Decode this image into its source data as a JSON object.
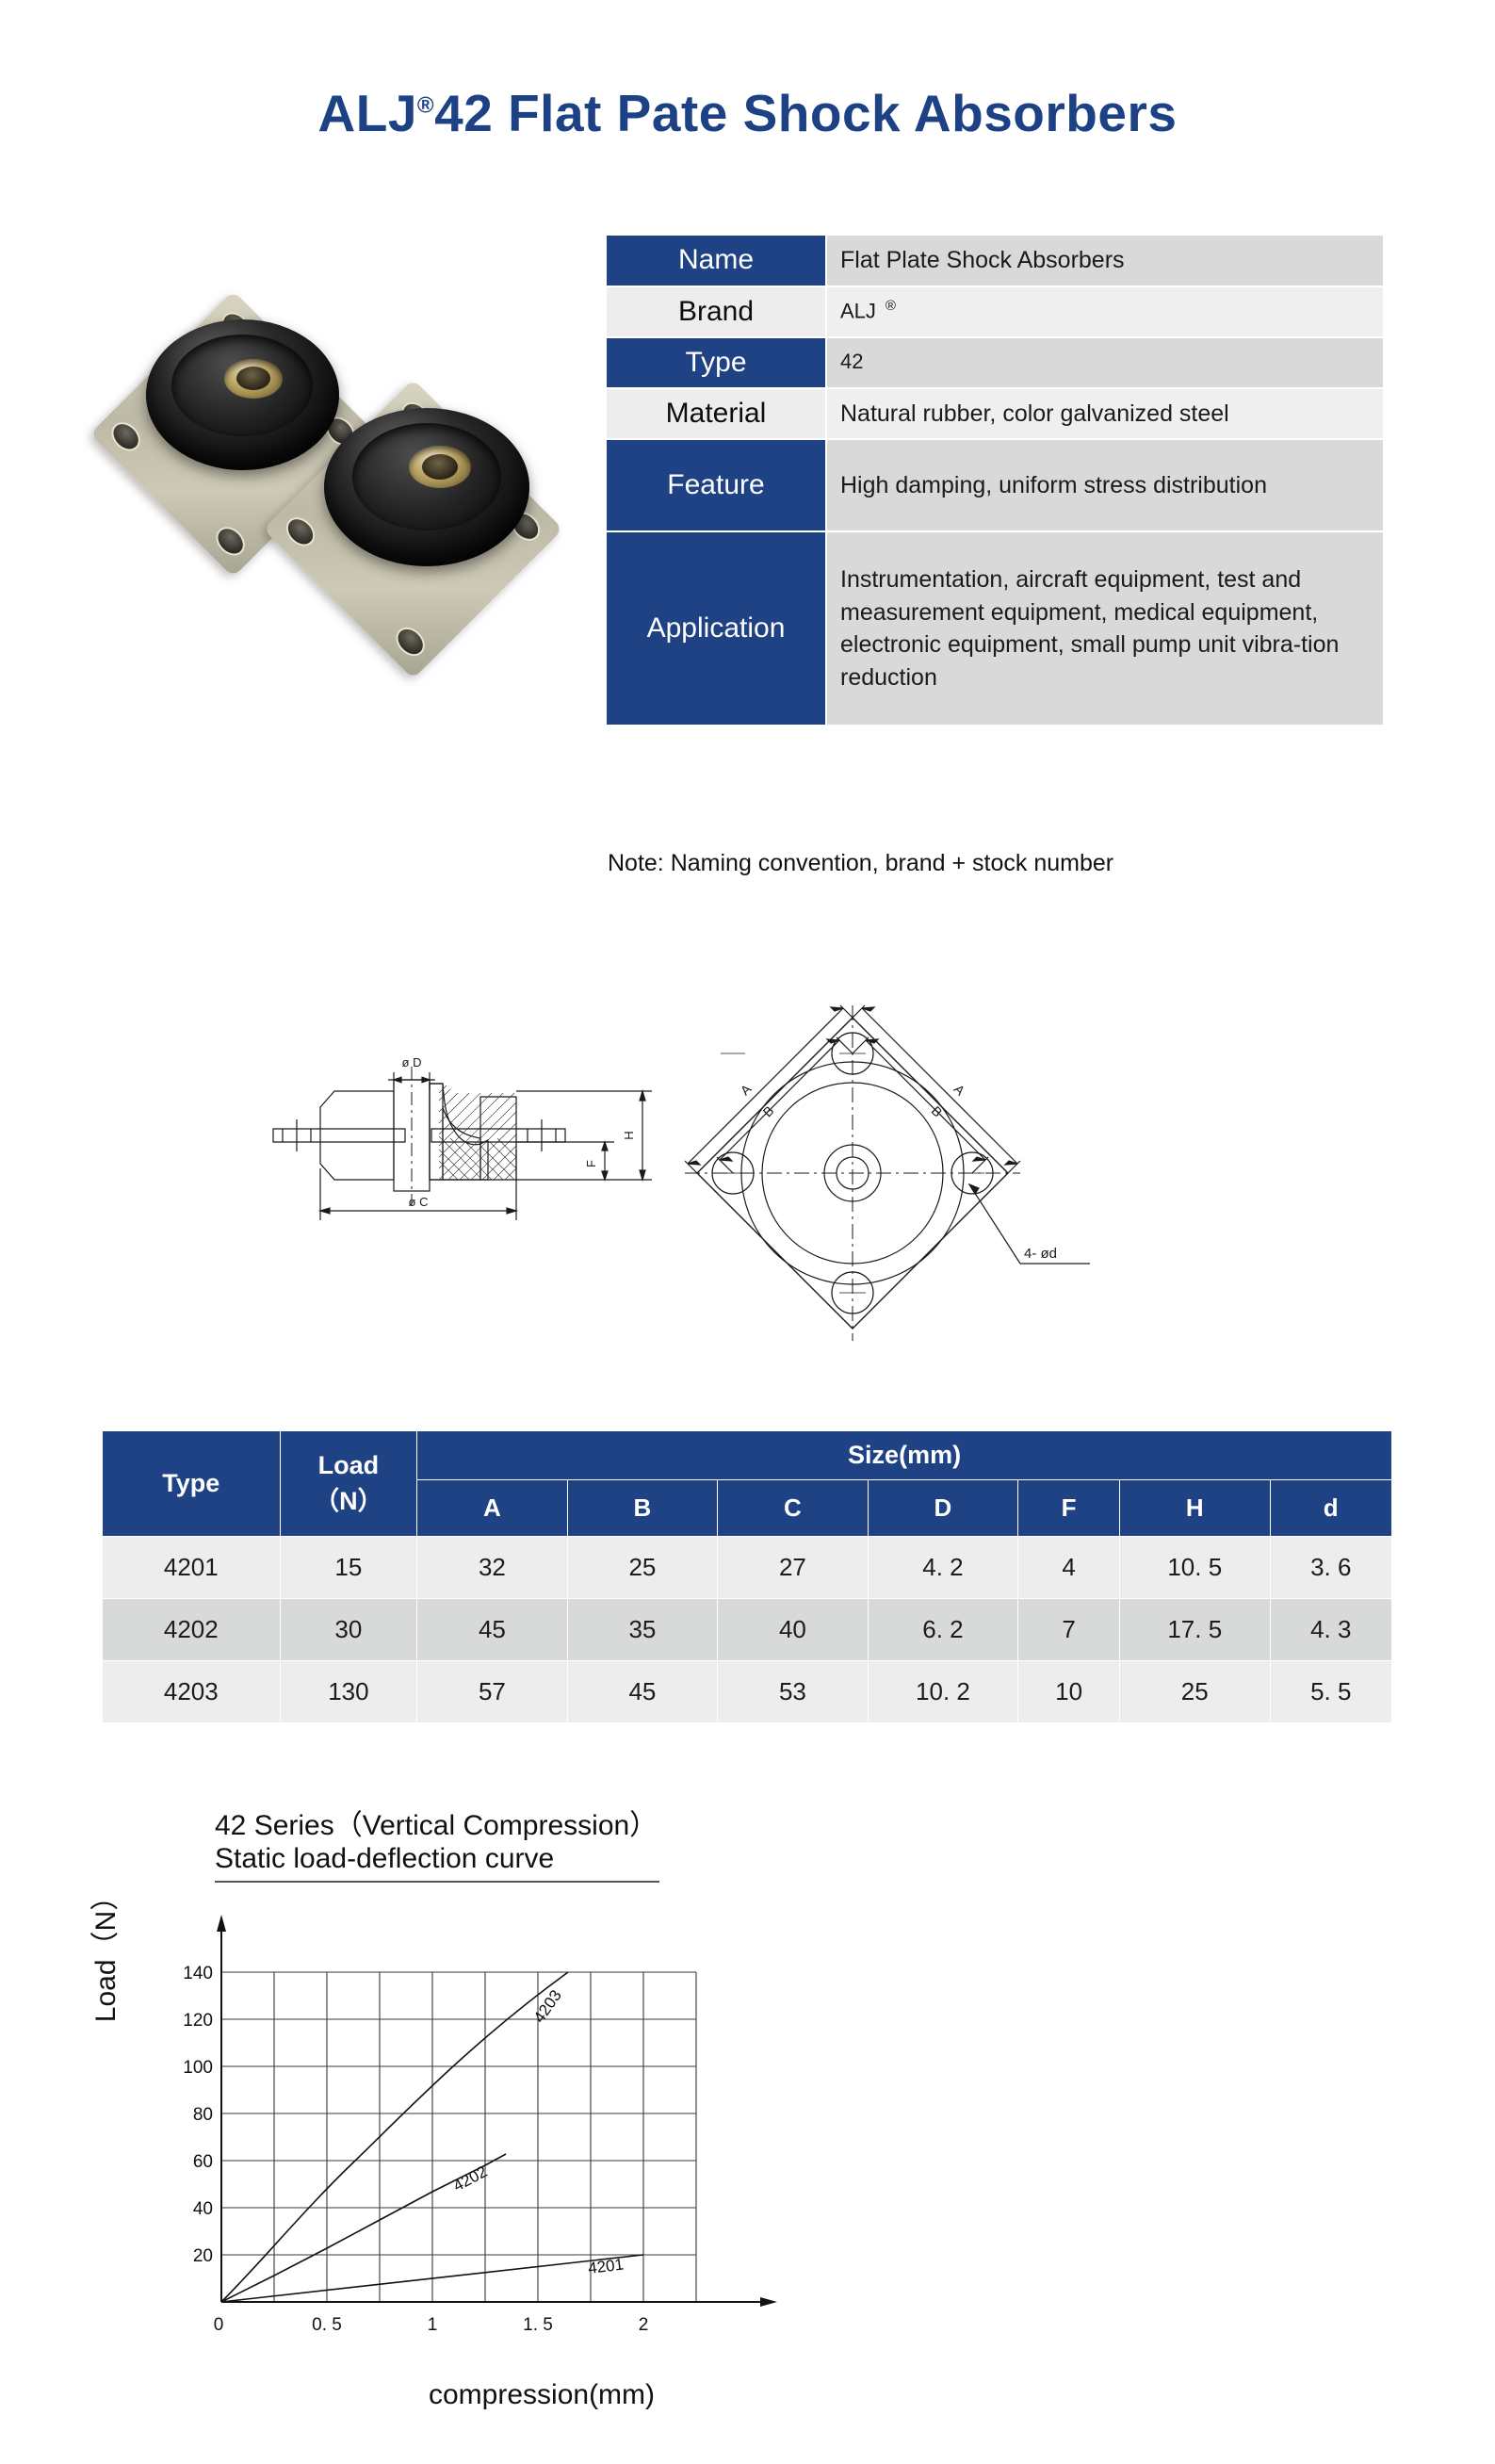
{
  "title": {
    "brand": "ALJ",
    "registered": "®",
    "rest": "42 Flat Pate Shock Absorbers",
    "color": "#1c4185"
  },
  "colors": {
    "brand_blue": "#1e4284",
    "title_blue": "#1c4185",
    "row_light": "#ededed",
    "row_dark": "#d8dad9",
    "value_dark": "#d9d9d9",
    "value_light": "#efefef"
  },
  "spec_table": {
    "rows": [
      {
        "label": "Name",
        "value": "Flat Plate Shock Absorbers",
        "label_style": "blue",
        "value_style": "dark"
      },
      {
        "label": "Brand",
        "value": "ALJ",
        "value_sup": "®",
        "label_style": "grey",
        "value_style": "light"
      },
      {
        "label": "Type",
        "value": "42",
        "label_style": "blue",
        "value_style": "dark"
      },
      {
        "label": "Material",
        "value": "Natural rubber, color galvanized steel",
        "label_style": "grey",
        "value_style": "light"
      },
      {
        "label": "Feature",
        "value": "High damping, uniform stress distribution",
        "label_style": "blue",
        "value_style": "dark"
      },
      {
        "label": "Application",
        "value": "Instrumentation, aircraft equipment, test and measurement equipment, medical equipment, electronic equipment, small pump unit vibra-tion reduction",
        "label_style": "blue",
        "value_style": "dark"
      }
    ],
    "note": "Note: Naming convention, brand + stock number"
  },
  "drawings": {
    "section_view": {
      "labels": [
        "ø D",
        "ø C",
        "H",
        "F"
      ]
    },
    "plan_view": {
      "labels": [
        "A",
        "B",
        "A",
        "B",
        "4- ød"
      ]
    }
  },
  "dim_table": {
    "headers": {
      "type": "Type",
      "load_line1": "Load",
      "load_line2": "（N）",
      "size_group": "Size(mm)",
      "size_cols": [
        "A",
        "B",
        "C",
        "D",
        "F",
        "H",
        "d"
      ]
    },
    "rows": [
      {
        "type": "4201",
        "load": "15",
        "A": "32",
        "B": "25",
        "C": "27",
        "D": "4. 2",
        "F": "4",
        "H": "10. 5",
        "d": "3. 6"
      },
      {
        "type": "4202",
        "load": "30",
        "A": "45",
        "B": "35",
        "C": "40",
        "D": "6. 2",
        "F": "7",
        "H": "17. 5",
        "d": "4. 3"
      },
      {
        "type": "4203",
        "load": "130",
        "A": "57",
        "B": "45",
        "C": "53",
        "D": "10. 2",
        "F": "10",
        "H": "25",
        "d": "5. 5"
      }
    ]
  },
  "chart_data": {
    "type": "line",
    "title": "42 Series（Vertical Compression）",
    "subtitle": "Static load-deflection curve",
    "xlabel": "compression(mm)",
    "ylabel": "Load（N）",
    "xlim": [
      0,
      2.25
    ],
    "ylim": [
      0,
      150
    ],
    "xticks": [
      "0",
      "0. 5",
      "1",
      "1. 5",
      "2"
    ],
    "xtick_values": [
      0,
      0.5,
      1,
      1.5,
      2
    ],
    "yticks": [
      "20",
      "40",
      "60",
      "80",
      "100",
      "120",
      "140"
    ],
    "ytick_values": [
      20,
      40,
      60,
      80,
      100,
      120,
      140
    ],
    "grid": true,
    "grid_x_step": 0.25,
    "grid_y_step": 20,
    "legend_position": "inline-labels",
    "series": [
      {
        "name": "4201",
        "label": "4201",
        "x": [
          0,
          0.5,
          1.0,
          1.5,
          2.0
        ],
        "y": [
          0,
          5,
          10,
          15,
          20
        ]
      },
      {
        "name": "4202",
        "label": "4202",
        "x": [
          0,
          0.25,
          0.5,
          0.75,
          1.0,
          1.25,
          1.35
        ],
        "y": [
          0,
          11,
          23,
          35,
          47,
          58,
          63
        ]
      },
      {
        "name": "4203",
        "label": "4203",
        "x": [
          0,
          0.25,
          0.5,
          0.75,
          1.0,
          1.25,
          1.5,
          1.65
        ],
        "y": [
          0,
          19,
          40,
          62,
          82,
          100,
          122,
          140
        ]
      }
    ]
  }
}
